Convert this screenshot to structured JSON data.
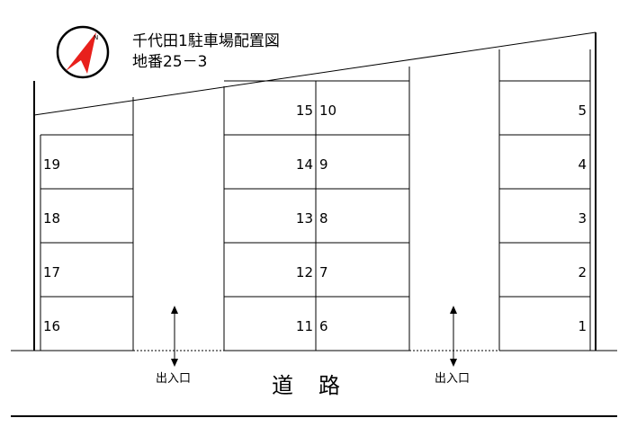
{
  "title": {
    "line1": "千代田1駐車場配置図",
    "line2": "地番25－3"
  },
  "compass": {
    "icon": "north-arrow-icon",
    "label": "N",
    "accent": "#e8201c"
  },
  "road_label": "道路",
  "entrance_label": "出入口",
  "spaces": {
    "s1": "1",
    "s2": "2",
    "s3": "3",
    "s4": "4",
    "s5": "5",
    "s6": "6",
    "s7": "7",
    "s8": "8",
    "s9": "9",
    "s10": "10",
    "s11": "11",
    "s12": "12",
    "s13": "13",
    "s14": "14",
    "s15": "15",
    "s16": "16",
    "s17": "17",
    "s18": "18",
    "s19": "19"
  }
}
